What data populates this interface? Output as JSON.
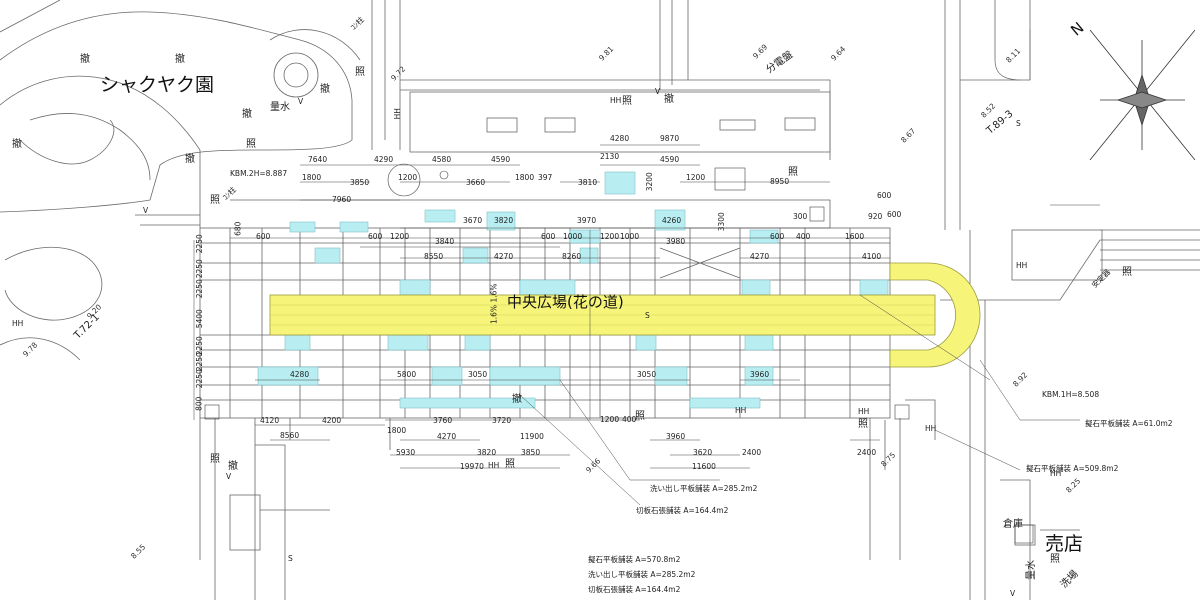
{
  "colors": {
    "flower_path": "#f6f57a",
    "paving_cyan": "#b8eef2",
    "line": "#555555"
  },
  "places": {
    "shakuyaku": "シャクヤク園",
    "baiten": "売店",
    "plaza": "中央広場(花の道)",
    "soko": "倉庫",
    "ankenjo": "安定器",
    "bunden": "分電盤",
    "kesuiba": "洗場"
  },
  "benchmarks": {
    "kbm2": "KBM.2H=8.887",
    "kbm1": "KBM.1H=8.508",
    "t89": "T.89-3",
    "t72": "T.72-1"
  },
  "north": "N",
  "slope": "1.6% 1.6%",
  "paving_notes": {
    "n1": "擬石平板舗装 A=61.0m2",
    "n2": "擬石平板舗装 A=509.8m2",
    "n3": "洗い出し平板舗装 A=285.2m2",
    "n4": "切板石張舗装 A=164.4m2"
  },
  "summary": {
    "s1": "擬石平板舗装 A=570.8m2",
    "s2": "洗い出し平板舗装 A=285.2m2",
    "s3": "切板石張舗装 A=164.4m2"
  },
  "dims": {
    "d7640": "7640",
    "d4290": "4290",
    "d4580": "4580",
    "d4590a": "4590",
    "d2130": "2130",
    "d4280t": "4280",
    "d9870": "9870",
    "d4590b": "4590",
    "d1800a": "1800",
    "d3850": "3850",
    "d1200a": "1200",
    "d3660": "3660",
    "d1800b": "1800",
    "d397": "397",
    "d3810": "3810",
    "d3200": "3200",
    "d1200b": "1200",
    "d8950": "8950",
    "d600a": "600",
    "d7960": "7960",
    "d920": "920",
    "d600b": "600",
    "d3670": "3670",
    "d3820": "3820",
    "d3970": "3970",
    "d4260": "4260",
    "d3300": "3300",
    "d300": "300",
    "d600c": "600",
    "d600d": "600",
    "d1200c": "1200",
    "d3840": "3840",
    "d600e": "600",
    "d1000a": "1000",
    "d1200d": "1200",
    "d1000b": "1000",
    "d3980": "3980",
    "d600f": "600",
    "d400a": "400",
    "d1600": "1600",
    "d8550": "8550",
    "d4270a": "4270",
    "d8260": "8260",
    "d4270b": "4270",
    "d4100": "4100",
    "d680": "680",
    "v2250a": "2250",
    "v2250b": "2250",
    "v2250c": "2250",
    "v5400": "5400",
    "v2250d": "2250",
    "v2250e": "2250",
    "v2250f": "2250",
    "v800": "800",
    "d4280b": "4280",
    "d5800": "5800",
    "d3050a": "3050",
    "d3050b": "3050",
    "d3960a": "3960",
    "d4120": "4120",
    "d4200": "4200",
    "d3760": "3760",
    "d3720": "3720",
    "d1200e": "1200",
    "d400b": "400",
    "d8560": "8560",
    "d1800c": "1800",
    "d4270c": "4270",
    "d11900": "11900",
    "d3960b": "3960",
    "d5930": "5930",
    "d3820b": "3820",
    "d3850b": "3850",
    "d3620": "3620",
    "d2400a": "2400",
    "d2400b": "2400",
    "d19970": "19970",
    "d11600": "11600"
  },
  "grades": {
    "g1": "9.81",
    "g2": "9.69",
    "g3": "9.64",
    "g4": "9.72",
    "g5": "8.11",
    "g6": "8.52",
    "g7": "8.67",
    "g8": "9.20",
    "g9": "9.78",
    "g10": "8.92",
    "g11": "9.66",
    "g12": "8.75",
    "g13": "8.25",
    "g14": "8.55"
  },
  "symbols": {
    "tekkyo": "撤",
    "sho": "照",
    "hh": "HH",
    "v": "V",
    "s": "S",
    "colm": "ｺﾝ柱",
    "shosui": "量水"
  }
}
